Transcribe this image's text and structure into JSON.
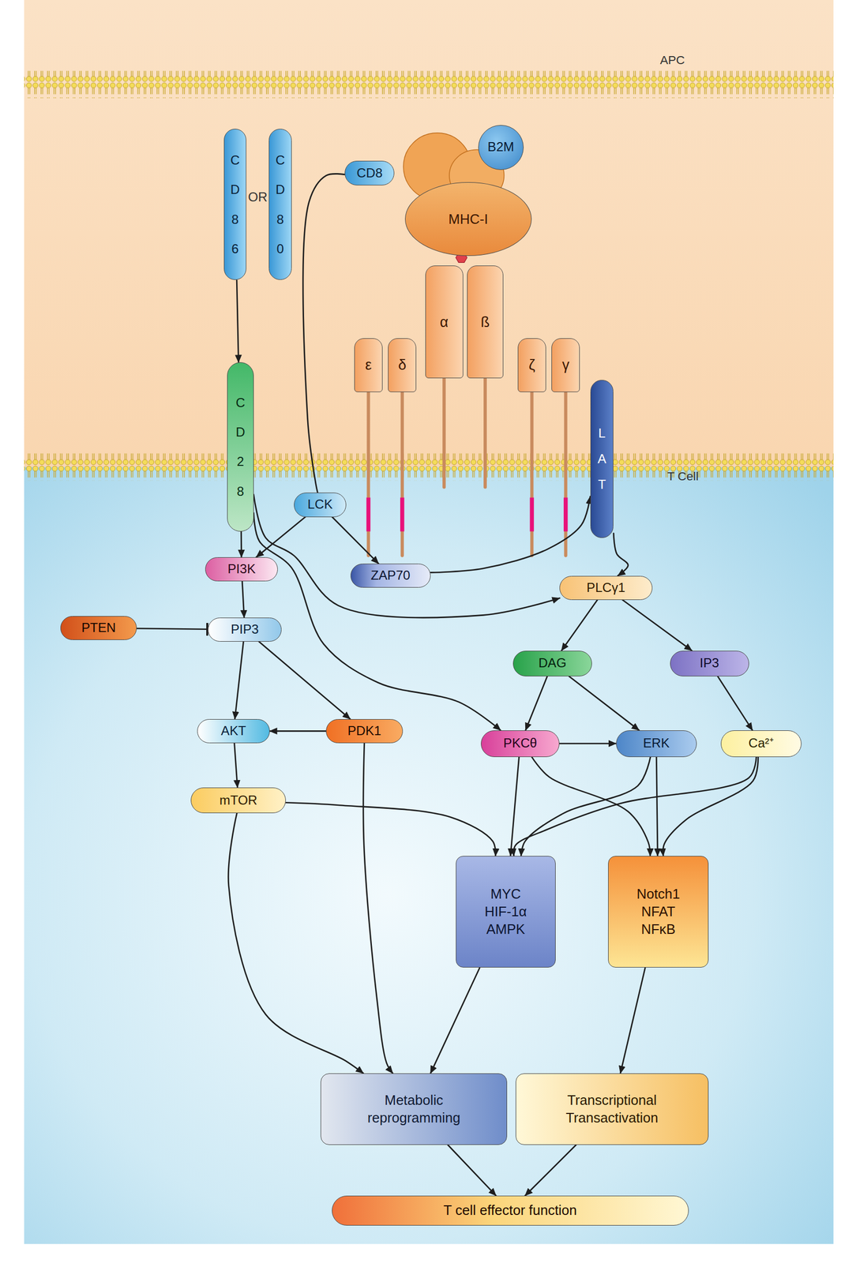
{
  "diagram": {
    "nodes": [
      {
        "text": [
          "CD86"
        ]
      },
      {
        "text": [
          "CD80"
        ]
      },
      {
        "text": [
          "CD8"
        ]
      },
      {
        "text": [
          "B2M"
        ]
      },
      {
        "text": [
          "MHC-I"
        ]
      },
      {
        "text": [
          "α"
        ]
      },
      {
        "text": [
          "ß"
        ]
      },
      {
        "text": [
          "ε"
        ]
      },
      {
        "text": [
          "δ"
        ]
      },
      {
        "text": [
          "ζ"
        ]
      },
      {
        "text": [
          "γ"
        ]
      },
      {
        "text": [
          "LAT"
        ]
      },
      {
        "text": [
          "CD28"
        ]
      },
      {
        "text": [
          "LCK"
        ]
      },
      {
        "text": [
          "PI3K"
        ]
      },
      {
        "text": [
          "ZAP70"
        ]
      },
      {
        "text": [
          "PLCγ1"
        ]
      },
      {
        "text": [
          "PTEN"
        ]
      },
      {
        "text": [
          "PIP3"
        ]
      },
      {
        "text": [
          "DAG"
        ]
      },
      {
        "text": [
          "IP3"
        ]
      },
      {
        "text": [
          "AKT"
        ]
      },
      {
        "text": [
          "PDK1"
        ]
      },
      {
        "text": [
          "PKCθ"
        ]
      },
      {
        "text": [
          "ERK"
        ]
      },
      {
        "text": [
          "Ca²⁺"
        ]
      },
      {
        "text": [
          "mTOR"
        ]
      },
      {
        "text": [
          "MYC",
          "HIF-1α",
          "AMPK"
        ]
      },
      {
        "text": [
          "Notch1",
          "NFAT",
          "NFκB"
        ]
      },
      {
        "text": [
          "Metabolic reprogramming"
        ]
      },
      {
        "text": [
          "Transcriptional Transactivation"
        ]
      },
      {
        "text": [
          "T cell effector function"
        ]
      }
    ],
    "edges": [
      {
        "from": 0,
        "to": 12,
        "arrow": "to"
      },
      {
        "from": 2,
        "to": 13,
        "arrow": "none"
      },
      {
        "from": 12,
        "to": 14,
        "arrow": "to"
      },
      {
        "from": 12,
        "to": 16,
        "arrow": "to"
      },
      {
        "from": 12,
        "to": 23,
        "arrow": "to"
      },
      {
        "from": 13,
        "to": 14,
        "arrow": "to"
      },
      {
        "from": 13,
        "to": 15,
        "arrow": "to"
      },
      {
        "from": 15,
        "to": 11,
        "arrow": "to"
      },
      {
        "from": 11,
        "to": 16,
        "arrow": "to"
      },
      {
        "from": 14,
        "to": 18,
        "arrow": "to"
      },
      {
        "from": 17,
        "to": 18,
        "arrow": "to"
      },
      {
        "from": 18,
        "to": 21,
        "arrow": "to"
      },
      {
        "from": 18,
        "to": 22,
        "arrow": "to"
      },
      {
        "from": 22,
        "to": 21,
        "arrow": "to"
      },
      {
        "from": 21,
        "to": 26,
        "arrow": "to"
      },
      {
        "from": 16,
        "to": 19,
        "arrow": "to"
      },
      {
        "from": 16,
        "to": 20,
        "arrow": "to"
      },
      {
        "from": 19,
        "to": 23,
        "arrow": "to"
      },
      {
        "from": 19,
        "to": 24,
        "arrow": "to"
      },
      {
        "from": 23,
        "to": 24,
        "arrow": "to"
      },
      {
        "from": 20,
        "to": 25,
        "arrow": "to"
      },
      {
        "from": 26,
        "to": 27,
        "arrow": "to"
      },
      {
        "from": 23,
        "to": 27,
        "arrow": "to"
      },
      {
        "from": 24,
        "to": 27,
        "arrow": "to"
      },
      {
        "from": 25,
        "to": 27,
        "arrow": "to"
      },
      {
        "from": 23,
        "to": 28,
        "arrow": "to"
      },
      {
        "from": 24,
        "to": 28,
        "arrow": "to"
      },
      {
        "from": 25,
        "to": 28,
        "arrow": "to"
      },
      {
        "from": 26,
        "to": 29,
        "arrow": "to"
      },
      {
        "from": 22,
        "to": 29,
        "arrow": "to"
      },
      {
        "from": 27,
        "to": 29,
        "arrow": "to"
      },
      {
        "from": 28,
        "to": 30,
        "arrow": "to"
      },
      {
        "from": 29,
        "to": 31,
        "arrow": "to"
      },
      {
        "from": 30,
        "to": 31,
        "arrow": "to"
      }
    ],
    "labels": [
      "APC",
      "OR",
      "T Cell"
    ]
  }
}
